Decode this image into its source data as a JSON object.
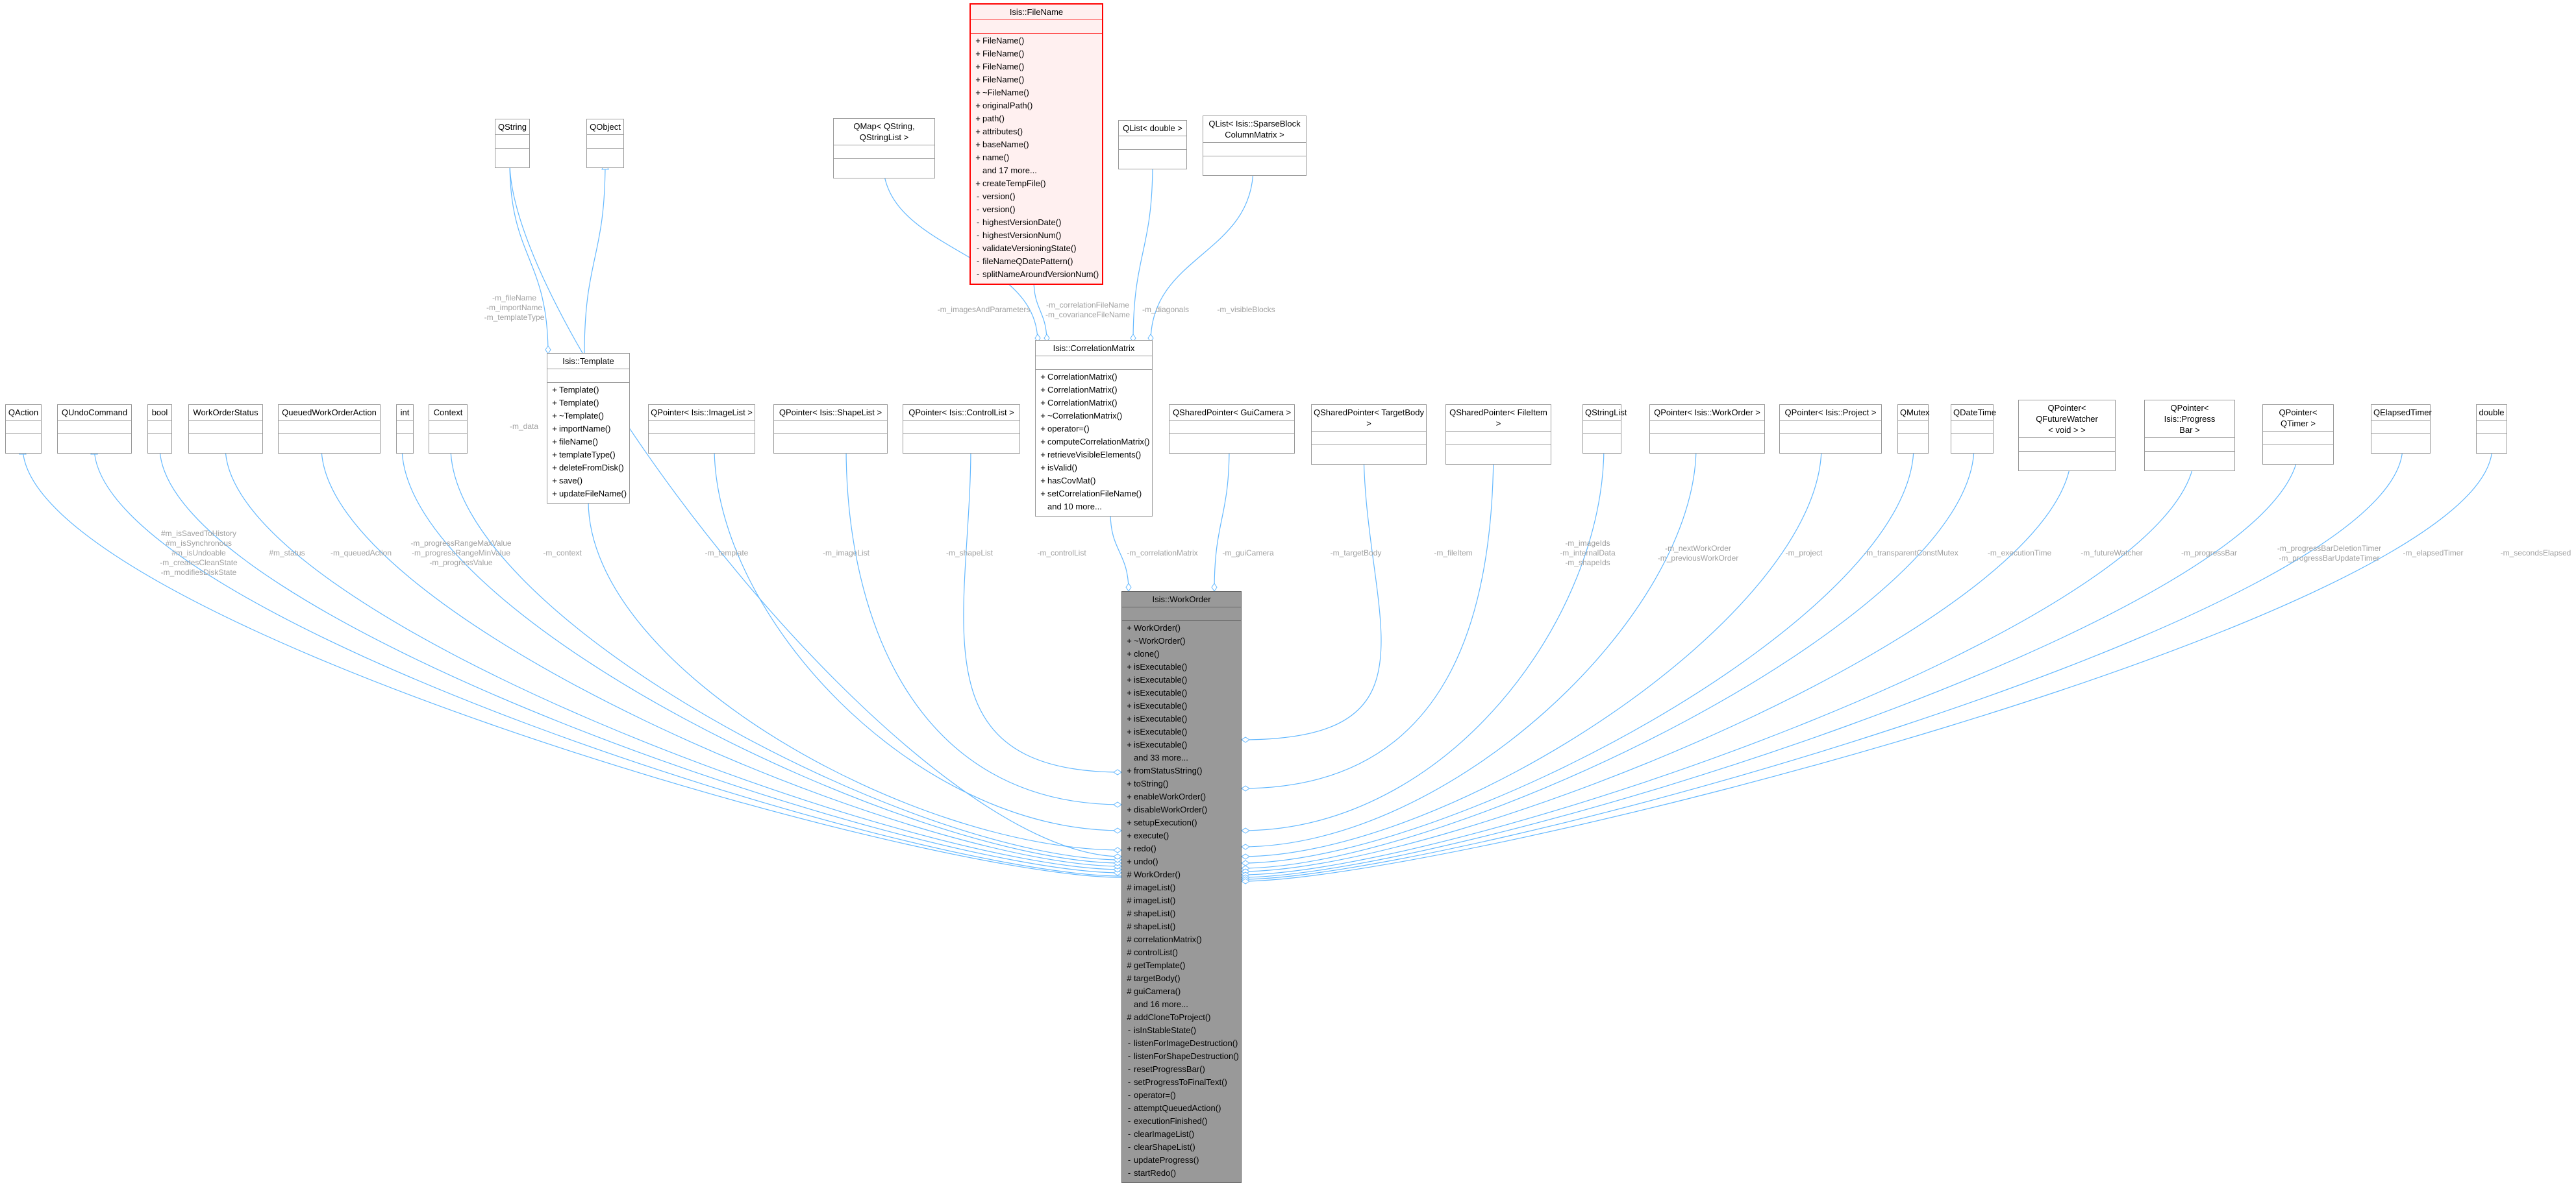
{
  "colors": {
    "edge": "#63b8ff",
    "focus_fill": "#999999",
    "highlight_border": "#ff0000",
    "label": "#a0a0a0"
  },
  "classes": [
    {
      "id": "qstring",
      "name": "QString",
      "members": []
    },
    {
      "id": "qobject",
      "name": "QObject",
      "members": []
    },
    {
      "id": "qaction",
      "name": "QAction",
      "members": []
    },
    {
      "id": "qundocommand",
      "name": "QUndoCommand",
      "members": []
    },
    {
      "id": "bool",
      "name": "bool",
      "members": []
    },
    {
      "id": "workorderstatus",
      "name": "WorkOrderStatus",
      "members": []
    },
    {
      "id": "queuedworkorderaction",
      "name": "QueuedWorkOrderAction",
      "members": []
    },
    {
      "id": "int",
      "name": "int",
      "members": []
    },
    {
      "id": "context",
      "name": "Context",
      "members": []
    },
    {
      "id": "template",
      "name": "Isis::Template",
      "members": [
        "+ Template()",
        "+ Template()",
        "+ ~Template()",
        "+ importName()",
        "+ fileName()",
        "+ templateType()",
        "+ deleteFromDisk()",
        "+ save()",
        "+ updateFileName()"
      ]
    },
    {
      "id": "imagelist",
      "name": "QPointer< Isis::ImageList >",
      "members": []
    },
    {
      "id": "shapelist",
      "name": "QPointer< Isis::ShapeList >",
      "members": []
    },
    {
      "id": "controllist",
      "name": "QPointer< Isis::ControlList >",
      "members": []
    },
    {
      "id": "qmap",
      "name": "QMap< QString, QStringList >",
      "members": []
    },
    {
      "id": "filename",
      "name": "Isis::FileName",
      "members": [
        "+ FileName()",
        "+ FileName()",
        "+ FileName()",
        "+ FileName()",
        "+ ~FileName()",
        "+ originalPath()",
        "+ path()",
        "+ attributes()",
        "+ baseName()",
        "+ name()",
        "and 17 more...",
        "+ createTempFile()",
        "- version()",
        "- version()",
        "- highestVersionDate()",
        "- highestVersionNum()",
        "- validateVersioningState()",
        "- fileNameQDatePattern()",
        "- splitNameAroundVersionNum()"
      ]
    },
    {
      "id": "qlistdouble",
      "name": "QList< double >",
      "members": []
    },
    {
      "id": "qlistsparse",
      "name": "QList< Isis::SparseBlock\nColumnMatrix >",
      "members": []
    },
    {
      "id": "correlationmatrix",
      "name": "Isis::CorrelationMatrix",
      "members": [
        "+ CorrelationMatrix()",
        "+ CorrelationMatrix()",
        "+ CorrelationMatrix()",
        "+ ~CorrelationMatrix()",
        "+ operator=()",
        "+ computeCorrelationMatrix()",
        "+ retrieveVisibleElements()",
        "+ isValid()",
        "+ hasCovMat()",
        "+ setCorrelationFileName()",
        "and 10 more..."
      ]
    },
    {
      "id": "guicamera",
      "name": "QSharedPointer< GuiCamera >",
      "members": []
    },
    {
      "id": "targetbody",
      "name": "QSharedPointer< TargetBody >",
      "members": []
    },
    {
      "id": "fileitem",
      "name": "QSharedPointer< FileItem >",
      "members": []
    },
    {
      "id": "qstringlist",
      "name": "QStringList",
      "members": []
    },
    {
      "id": "qpworkorder",
      "name": "QPointer< Isis::WorkOrder >",
      "members": []
    },
    {
      "id": "project",
      "name": "QPointer< Isis::Project >",
      "members": []
    },
    {
      "id": "qmutex",
      "name": "QMutex",
      "members": []
    },
    {
      "id": "qdatetime",
      "name": "QDateTime",
      "members": []
    },
    {
      "id": "futurewatcher",
      "name": "QPointer< QFutureWatcher\n< void > >",
      "members": []
    },
    {
      "id": "progressbar",
      "name": "QPointer< Isis::Progress\nBar >",
      "members": []
    },
    {
      "id": "qtimer",
      "name": "QPointer< QTimer >",
      "members": []
    },
    {
      "id": "qelapsedtimer",
      "name": "QElapsedTimer",
      "members": []
    },
    {
      "id": "double",
      "name": "double",
      "members": []
    },
    {
      "id": "workorder",
      "name": "Isis::WorkOrder",
      "members": [
        "+ WorkOrder()",
        "+ ~WorkOrder()",
        "+ clone()",
        "+ isExecutable()",
        "+ isExecutable()",
        "+ isExecutable()",
        "+ isExecutable()",
        "+ isExecutable()",
        "+ isExecutable()",
        "+ isExecutable()",
        "and 33 more...",
        "+ fromStatusString()",
        "+ toString()",
        "+ enableWorkOrder()",
        "+ disableWorkOrder()",
        "+ setupExecution()",
        "+ execute()",
        "+ redo()",
        "+ undo()",
        "# WorkOrder()",
        "# imageList()",
        "# imageList()",
        "# shapeList()",
        "# shapeList()",
        "# correlationMatrix()",
        "# controlList()",
        "# getTemplate()",
        "# targetBody()",
        "# guiCamera()",
        "and 16 more...",
        "# addCloneToProject()",
        "- isInStableState()",
        "- listenForImageDestruction()",
        "- listenForShapeDestruction()",
        "- resetProgressBar()",
        "- setProgressToFinalText()",
        "- operator=()",
        "- attemptQueuedAction()",
        "- executionFinished()",
        "- clearImageList()",
        "- clearShapeList()",
        "- updateProgress()",
        "- startRedo()"
      ]
    }
  ],
  "edge_labels": [
    {
      "id": "template_fields",
      "lines": [
        "-m_fileName",
        "-m_importName",
        "-m_templateType"
      ]
    },
    {
      "id": "data",
      "lines": [
        "-m_data"
      ]
    },
    {
      "id": "flags",
      "lines": [
        "#m_isSavedToHistory",
        "#m_isSynchronous",
        "#m_isUndoable",
        "-m_createsCleanState",
        "-m_modifiesDiskState"
      ]
    },
    {
      "id": "status",
      "lines": [
        "#m_status"
      ]
    },
    {
      "id": "queued",
      "lines": [
        "-m_queuedAction"
      ]
    },
    {
      "id": "progressvals",
      "lines": [
        "-m_progressRangeMaxValue",
        "-m_progressRangeMinValue",
        "-m_progressValue"
      ]
    },
    {
      "id": "context",
      "lines": [
        "-m_context"
      ]
    },
    {
      "id": "template",
      "lines": [
        "-m_template"
      ]
    },
    {
      "id": "imagelist",
      "lines": [
        "-m_imageList"
      ]
    },
    {
      "id": "shapelist",
      "lines": [
        "-m_shapeList"
      ]
    },
    {
      "id": "controllist",
      "lines": [
        "-m_controlList"
      ]
    },
    {
      "id": "correlationmatrix",
      "lines": [
        "-m_correlationMatrix"
      ]
    },
    {
      "id": "guicamera",
      "lines": [
        "-m_guiCamera"
      ]
    },
    {
      "id": "targetbody",
      "lines": [
        "-m_targetBody"
      ]
    },
    {
      "id": "fileitem",
      "lines": [
        "-m_fileItem"
      ]
    },
    {
      "id": "ids",
      "lines": [
        "-m_imageIds",
        "-m_internalData",
        "-m_shapeIds"
      ]
    },
    {
      "id": "workorders",
      "lines": [
        "-m_nextWorkOrder",
        "-m_previousWorkOrder"
      ]
    },
    {
      "id": "project",
      "lines": [
        "-m_project"
      ]
    },
    {
      "id": "mutex",
      "lines": [
        "-m_transparentConstMutex"
      ]
    },
    {
      "id": "executiontime",
      "lines": [
        "-m_executionTime"
      ]
    },
    {
      "id": "futurewatcher",
      "lines": [
        "-m_futureWatcher"
      ]
    },
    {
      "id": "progressbar",
      "lines": [
        "-m_progressBar"
      ]
    },
    {
      "id": "timers",
      "lines": [
        "-m_progressBarDeletionTimer",
        "-m_progressBarUpdateTimer"
      ]
    },
    {
      "id": "elapsedtimer",
      "lines": [
        "-m_elapsedTimer"
      ]
    },
    {
      "id": "secondselapsed",
      "lines": [
        "-m_secondsElapsed"
      ]
    },
    {
      "id": "imagesandparameters",
      "lines": [
        "-m_imagesAndParameters"
      ]
    },
    {
      "id": "filenames",
      "lines": [
        "-m_correlationFileName",
        "-m_covarianceFileName"
      ]
    },
    {
      "id": "diagonals",
      "lines": [
        "-m_diagonals"
      ]
    },
    {
      "id": "visibleblocks",
      "lines": [
        "-m_visibleBlocks"
      ]
    }
  ]
}
